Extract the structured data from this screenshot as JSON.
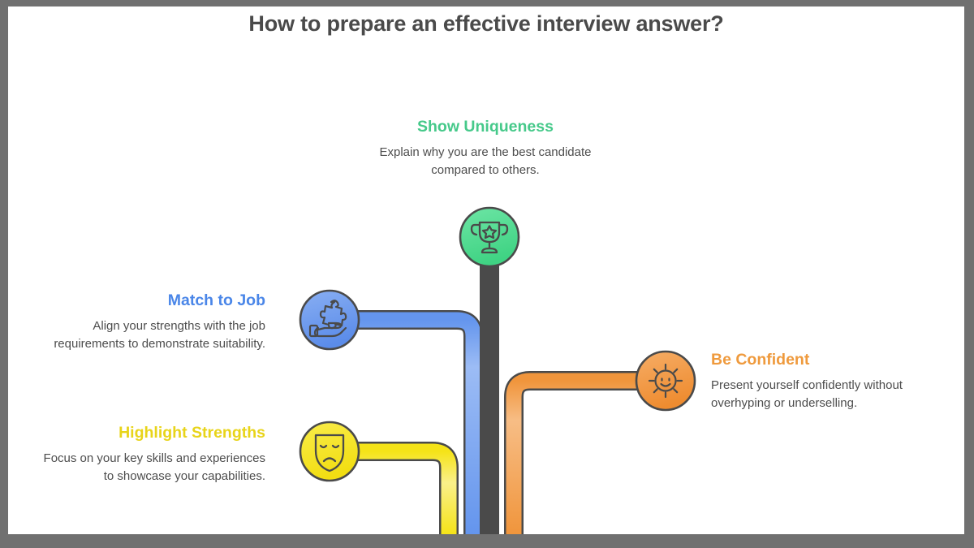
{
  "page": {
    "title": "How to prepare an effective interview answer?",
    "background": "#707070",
    "canvas": "#ffffff",
    "title_color": "#4a4a4a",
    "body_text_color": "#4d4d4d"
  },
  "nodes": [
    {
      "id": "show-uniqueness",
      "heading": "Show Uniqueness",
      "body": "Explain why you are the best candidate compared to others.",
      "color": "#46dc8c",
      "color_light": "#8ce8bc",
      "outline": "#4a4a4a",
      "icon": "trophy-star-icon",
      "align": "center"
    },
    {
      "id": "match-to-job",
      "heading": "Match to Job",
      "body": "Align your strengths with the job requirements to demonstrate suitability.",
      "color": "#6495ed",
      "color_light": "#9cbcf5",
      "outline": "#4a4a4a",
      "icon": "hand-puzzle-piece-icon",
      "align": "right"
    },
    {
      "id": "highlight-strengths",
      "heading": "Highlight Strengths",
      "body": "Focus on your key skills and experiences to showcase your capabilities.",
      "color": "#f5e318",
      "color_light": "#f9ee78",
      "outline": "#4a4a4a",
      "icon": "theater-mask-icon",
      "align": "right"
    },
    {
      "id": "be-confident",
      "heading": "Be Confident",
      "body": "Present yourself confidently without overhyping or underselling.",
      "color": "#f0953c",
      "color_light": "#f7bd85",
      "outline": "#4a4a4a",
      "icon": "smiling-sun-icon",
      "align": "left"
    }
  ]
}
